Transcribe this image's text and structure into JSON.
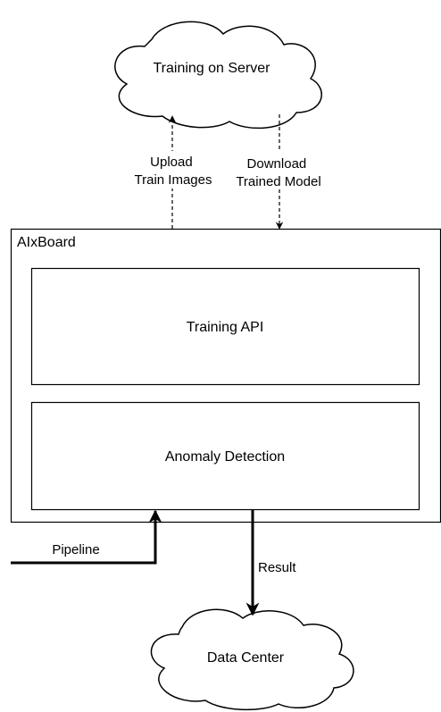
{
  "clouds": {
    "server": "Training on Server",
    "datacenter": "Data Center"
  },
  "container": {
    "title": "AIxBoard"
  },
  "boxes": {
    "training_api": "Training API",
    "anomaly_detection": "Anomaly Detection"
  },
  "edges": {
    "upload": [
      "Upload",
      "Train Images"
    ],
    "download": [
      "Download",
      "Trained Model"
    ],
    "pipeline": "Pipeline",
    "result": "Result"
  },
  "colors": {
    "stroke": "#000000",
    "fill": "#ffffff",
    "text": "#000000"
  }
}
